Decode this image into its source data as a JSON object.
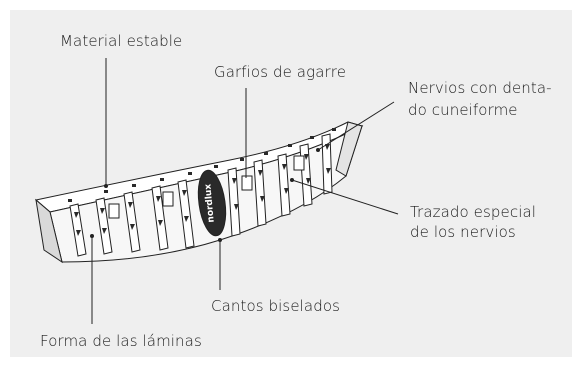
{
  "labels": {
    "material": "Material estable",
    "garfios": "Garfios de agarre",
    "nervios_line1": "Nervios con denta-",
    "nervios_line2": "do cuneiforme",
    "trazado_line1": "Trazado especial",
    "trazado_line2": "de los nervios",
    "cantos": "Cantos biselados",
    "forma": "Forma de las láminas"
  },
  "logo_text": "nordlux",
  "colors": {
    "panel": "#efefef",
    "outline": "#222222",
    "fill": "#ffffff",
    "dark": "#2a2a2a"
  }
}
